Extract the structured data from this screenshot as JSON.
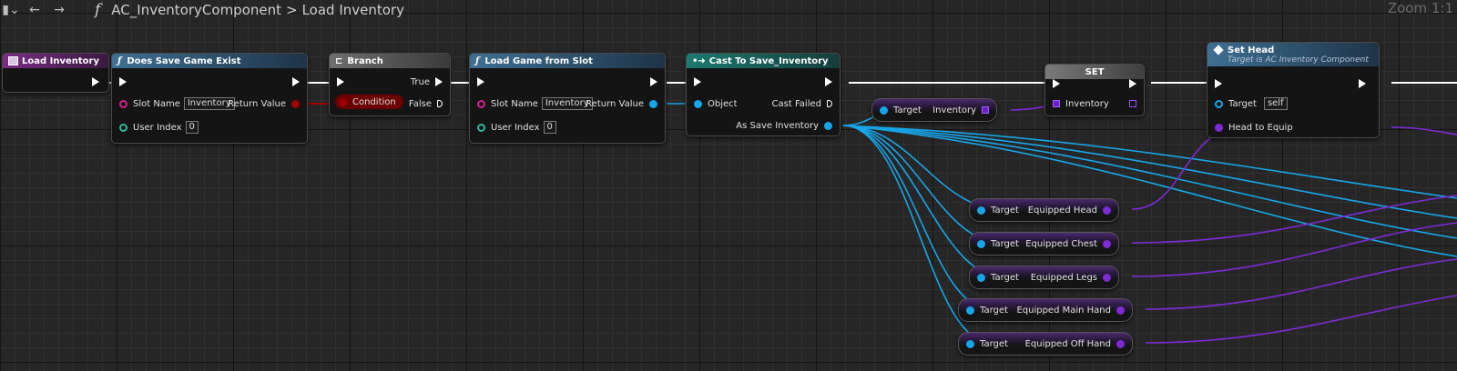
{
  "toolbar": {
    "function_symbol": "f",
    "blueprint": "AC_InventoryComponent",
    "separator": ">",
    "graph": "Load Inventory",
    "zoom": "Zoom 1:1"
  },
  "nodes": {
    "load_inventory": {
      "title": "Load Inventory"
    },
    "does_save_game_exist": {
      "title": "Does Save Game Exist",
      "slot_name_label": "Slot Name",
      "slot_name_value": "Inventory",
      "user_index_label": "User Index",
      "user_index_value": "0",
      "return_label": "Return Value"
    },
    "branch": {
      "title": "Branch",
      "true_label": "True",
      "false_label": "False",
      "condition_label": "Condition"
    },
    "load_game_from_slot": {
      "title": "Load Game from Slot",
      "slot_name_label": "Slot Name",
      "slot_name_value": "Inventory",
      "user_index_label": "User Index",
      "user_index_value": "0",
      "return_label": "Return Value"
    },
    "cast": {
      "title": "Cast To Save_Inventory",
      "object_label": "Object",
      "cast_failed_label": "Cast Failed",
      "as_label": "As Save Inventory"
    },
    "get_inventory": {
      "target_label": "Target",
      "out_label": "Inventory"
    },
    "set": {
      "title": "SET",
      "in_label": "Inventory"
    },
    "set_head": {
      "title": "Set Head",
      "subtitle": "Target is AC Inventory Component",
      "target_label": "Target",
      "target_value": "self",
      "head_label": "Head to Equip"
    },
    "getters": [
      {
        "target_label": "Target",
        "out_label": "Equipped Head"
      },
      {
        "target_label": "Target",
        "out_label": "Equipped Chest"
      },
      {
        "target_label": "Target",
        "out_label": "Equipped Legs"
      },
      {
        "target_label": "Target",
        "out_label": "Equipped Main Hand"
      },
      {
        "target_label": "Target",
        "out_label": "Equipped Off Hand"
      }
    ]
  },
  "colors": {
    "exec": "#ffffff",
    "object": "#16a6e8",
    "struct": "#7d2bd6",
    "bool": "#a00000",
    "string": "#d61f8e",
    "int": "#2fb99a"
  }
}
